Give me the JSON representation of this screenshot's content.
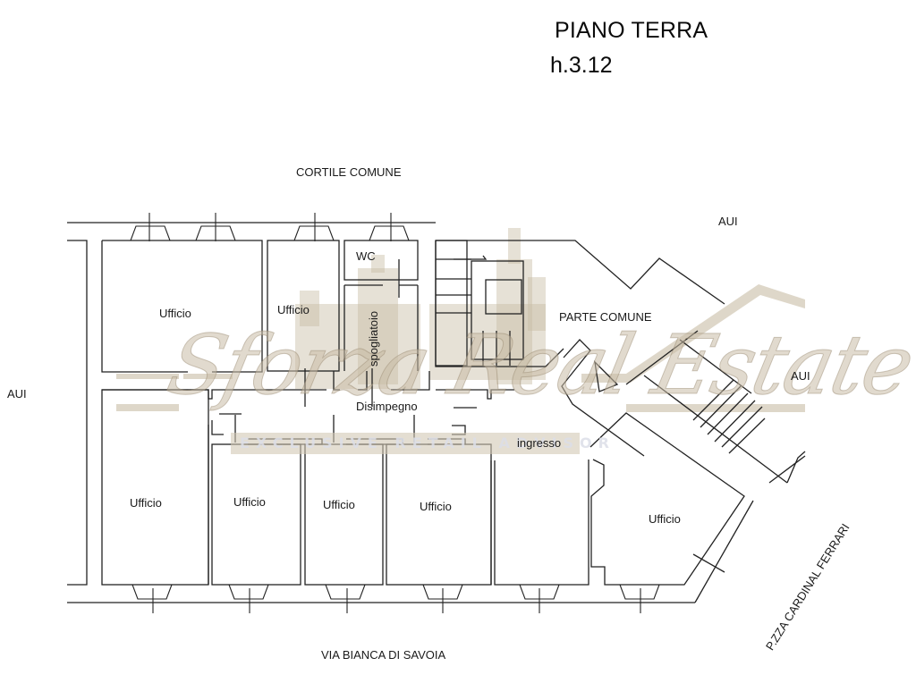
{
  "header": {
    "title": "PIANO TERRA",
    "height": "h.3.12"
  },
  "streets": {
    "top": "CORTILE COMUNE",
    "bottom": "VIA BIANCA DI SAVOIA",
    "diagonal": "P.ZZA CARDINAL FERRARI"
  },
  "neighbors": {
    "left": "AUI",
    "top_right": "AUI",
    "right": "AUI"
  },
  "rooms": [
    {
      "id": "office-top-left",
      "label": "Ufficio"
    },
    {
      "id": "office-top-middle",
      "label": "Ufficio"
    },
    {
      "id": "wc",
      "label": "WC"
    },
    {
      "id": "changing-room",
      "label": "spogliatoio"
    },
    {
      "id": "common-area",
      "label": "PARTE COMUNE"
    },
    {
      "id": "corridor",
      "label": "Disimpegno"
    },
    {
      "id": "entrance",
      "label": "ingresso"
    },
    {
      "id": "office-bottom-1",
      "label": "Ufficio"
    },
    {
      "id": "office-bottom-2",
      "label": "Ufficio"
    },
    {
      "id": "office-bottom-3",
      "label": "Ufficio"
    },
    {
      "id": "office-bottom-4",
      "label": "Ufficio"
    },
    {
      "id": "office-corner",
      "label": "Ufficio"
    }
  ],
  "watermark": {
    "brand": "Sforza Real Estate",
    "tagline": "EXCLUSIVE RETAIL ADVISOR",
    "color": "#c8bca5"
  },
  "colors": {
    "wall": "#222222",
    "background": "#ffffff",
    "watermark": "#c8bca5"
  }
}
